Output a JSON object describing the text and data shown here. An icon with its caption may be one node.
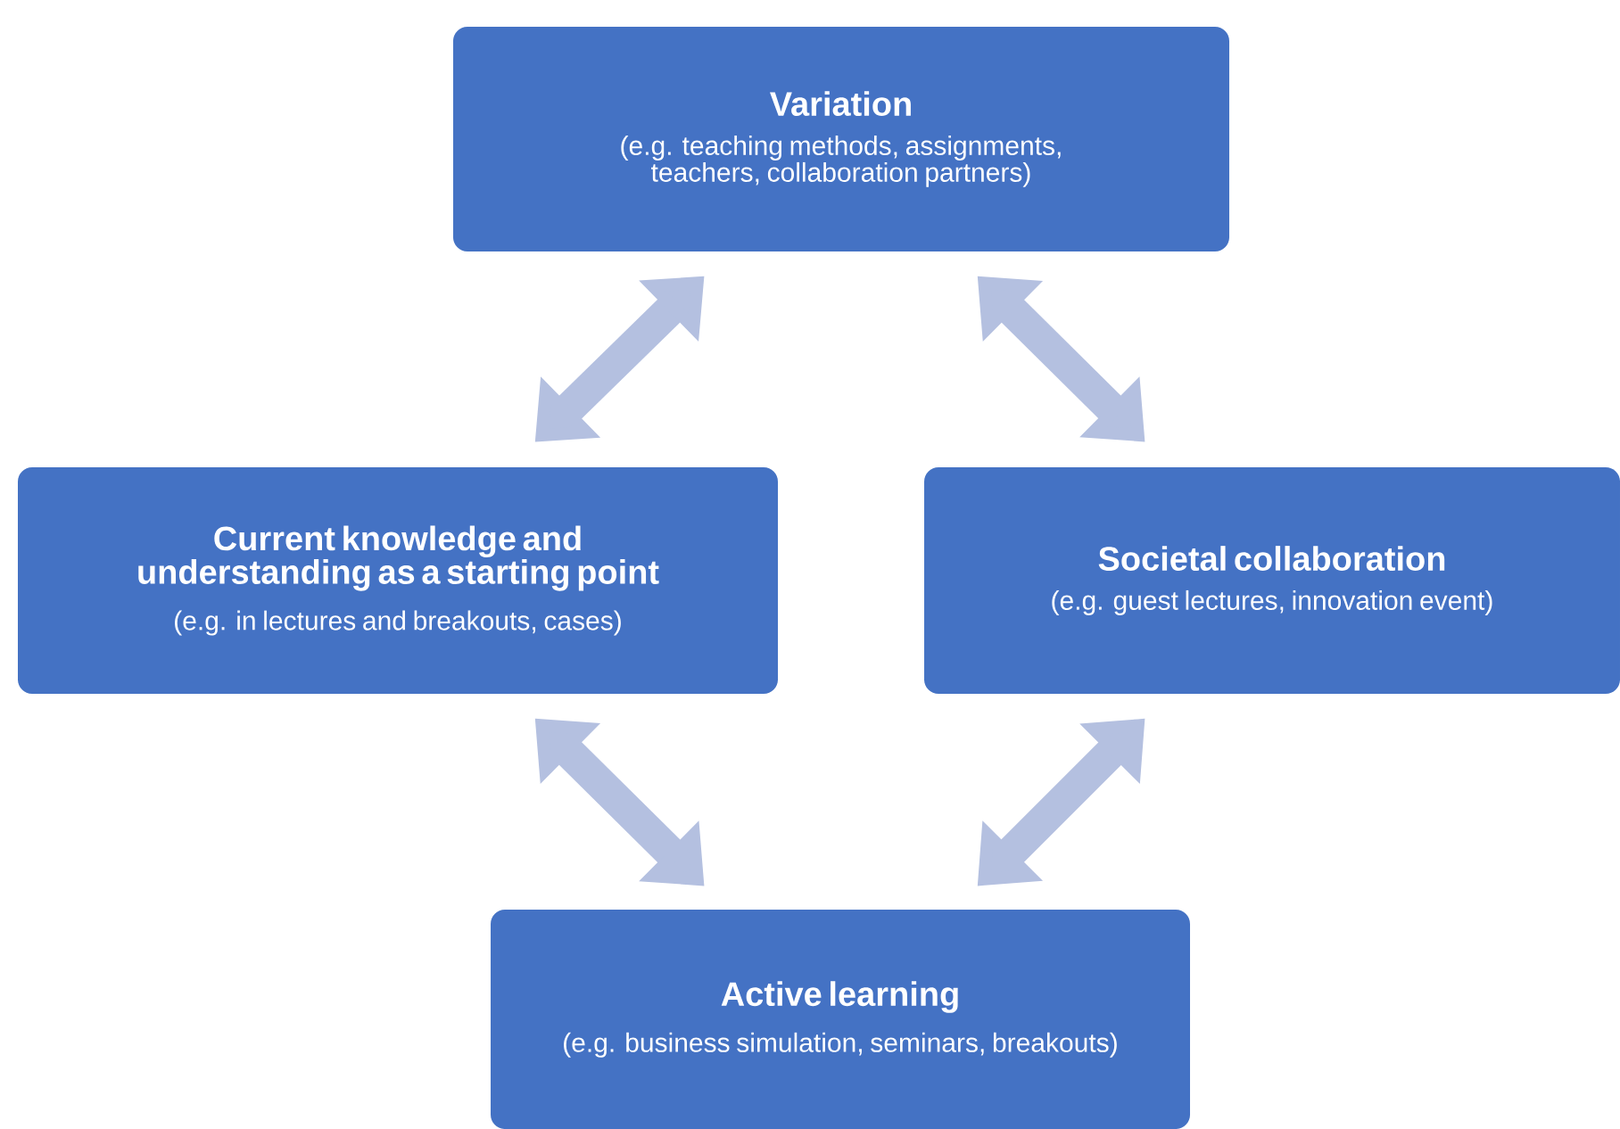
{
  "diagram": {
    "nodes": [
      {
        "text": [
          "Variation",
          "(e.g. teaching methods, assignments, teachers, collaboration partners)"
        ]
      },
      {
        "text": [
          "Current knowledge and understanding as a starting point",
          "(e.g. in lectures and breakouts, cases)"
        ]
      },
      {
        "text": [
          "Societal collaboration",
          "(e.g. guest lectures, innovation event)"
        ]
      },
      {
        "text": [
          "Active learning",
          "(e.g. business simulation, seminars, breakouts)"
        ]
      }
    ],
    "edges": [
      {
        "from": 0,
        "to": 1,
        "arrow": "both"
      },
      {
        "from": 0,
        "to": 2,
        "arrow": "both"
      },
      {
        "from": 1,
        "to": 3,
        "arrow": "both"
      },
      {
        "from": 2,
        "to": 3,
        "arrow": "both"
      }
    ]
  }
}
